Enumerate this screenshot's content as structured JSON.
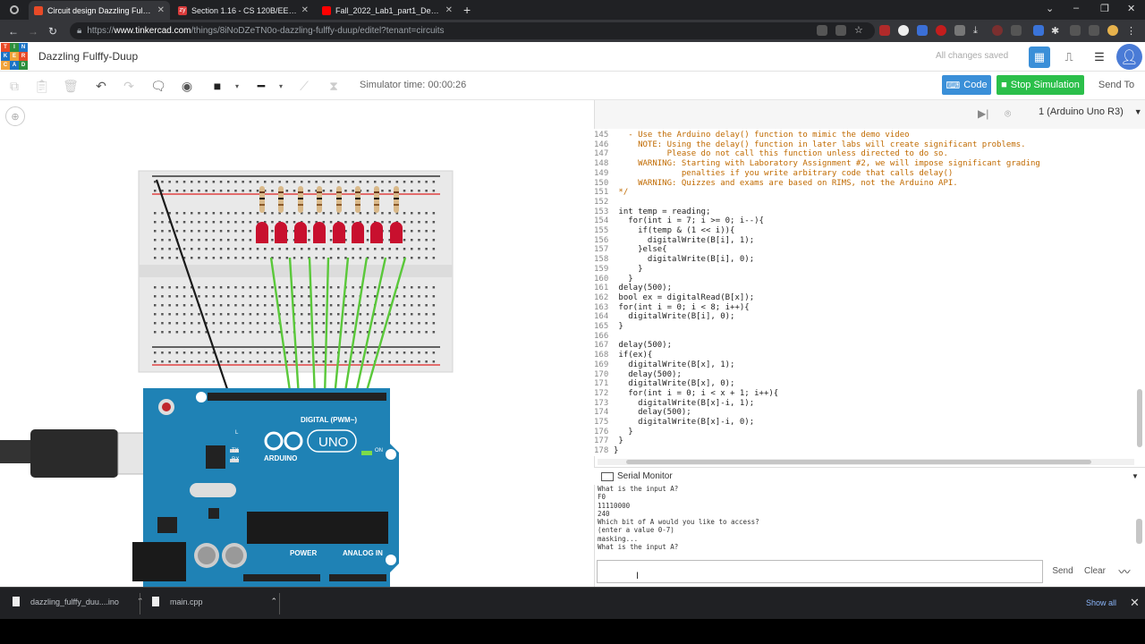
{
  "tabs": [
    {
      "label": "Circuit design Dazzling Fulffy-Du",
      "active": true
    },
    {
      "label": "Section 1.16 - CS 120B/EE 120B:",
      "active": false
    },
    {
      "label": "Fall_2022_Lab1_part1_Demo - Yo",
      "active": false
    }
  ],
  "address": {
    "prefix": "https://",
    "host": "www.tinkercad.com",
    "path": "/things/8iNoDZeTN0o-dazzling-fulffy-duup/editel?tenant=circuits"
  },
  "app": {
    "logo_letters": [
      "TIN",
      "KER",
      "CAD"
    ],
    "design_title": "Dazzling Fulffy-Duup",
    "save_status": "All changes saved"
  },
  "toolbar": {
    "sim_time": "Simulator time: 00:00:26",
    "code_label": "Code",
    "stop_label": "Stop Simulation",
    "send_to_label": "Send To"
  },
  "code_panel": {
    "board_select": "1 (Arduino Uno R3)",
    "lines": [
      {
        "n": "145",
        "t": "   - Use the Arduino delay() function to mimic the demo video",
        "c": "cmt"
      },
      {
        "n": "146",
        "t": "     NOTE: Using the delay() function in later labs will create significant problems.",
        "c": "cmt"
      },
      {
        "n": "147",
        "t": "           Please do not call this function unless directed to do so.",
        "c": "cmt"
      },
      {
        "n": "148",
        "t": "     WARNING: Starting with Laboratory Assignment #2, we will impose significant grading",
        "c": "cmt"
      },
      {
        "n": "149",
        "t": "              penalties if you write arbitrary code that calls delay()",
        "c": "cmt"
      },
      {
        "n": "150",
        "t": "     WARNING: Quizzes and exams are based on RIMS, not the Arduino API.",
        "c": "cmt"
      },
      {
        "n": "151",
        "t": " */",
        "c": "cmt"
      },
      {
        "n": "152",
        "t": "",
        "c": "fn"
      },
      {
        "n": "153",
        "t": " int temp = reading;",
        "c": "fn"
      },
      {
        "n": "154",
        "t": "   for(int i = 7; i >= 0; i--){",
        "c": "fn"
      },
      {
        "n": "155",
        "t": "     if(temp & (1 << i)){",
        "c": "fn"
      },
      {
        "n": "156",
        "t": "       digitalWrite(B[i], 1);",
        "c": "fn"
      },
      {
        "n": "157",
        "t": "     }else{",
        "c": "fn"
      },
      {
        "n": "158",
        "t": "       digitalWrite(B[i], 0);",
        "c": "fn"
      },
      {
        "n": "159",
        "t": "     }",
        "c": "fn"
      },
      {
        "n": "160",
        "t": "   }",
        "c": "fn"
      },
      {
        "n": "161",
        "t": " delay(500);",
        "c": "fn"
      },
      {
        "n": "162",
        "t": " bool ex = digitalRead(B[x]);",
        "c": "fn"
      },
      {
        "n": "163",
        "t": " for(int i = 0; i < 8; i++){",
        "c": "fn"
      },
      {
        "n": "164",
        "t": "   digitalWrite(B[i], 0);",
        "c": "fn"
      },
      {
        "n": "165",
        "t": " }",
        "c": "fn"
      },
      {
        "n": "166",
        "t": "",
        "c": "fn"
      },
      {
        "n": "167",
        "t": " delay(500);",
        "c": "fn"
      },
      {
        "n": "168",
        "t": " if(ex){",
        "c": "fn"
      },
      {
        "n": "169",
        "t": "   digitalWrite(B[x], 1);",
        "c": "fn"
      },
      {
        "n": "170",
        "t": "   delay(500);",
        "c": "fn"
      },
      {
        "n": "171",
        "t": "   digitalWrite(B[x], 0);",
        "c": "fn"
      },
      {
        "n": "172",
        "t": "   for(int i = 0; i < x + 1; i++){",
        "c": "fn"
      },
      {
        "n": "173",
        "t": "     digitalWrite(B[x]-i, 1);",
        "c": "fn"
      },
      {
        "n": "174",
        "t": "     delay(500);",
        "c": "fn"
      },
      {
        "n": "175",
        "t": "     digitalWrite(B[x]-i, 0);",
        "c": "fn"
      },
      {
        "n": "176",
        "t": "   }",
        "c": "fn"
      },
      {
        "n": "177",
        "t": " }",
        "c": "fn"
      },
      {
        "n": "178",
        "t": "}",
        "c": "fn"
      }
    ]
  },
  "serial": {
    "title": "Serial Monitor",
    "output": "What is the input A?\nF0\n11110000\n240\nWhich bit of A would you like to access?\n(enter a value 0-7)\nmasking...\nWhat is the input A?",
    "input_value": "",
    "send_label": "Send",
    "clear_label": "Clear"
  },
  "arduino": {
    "digital_label": "DIGITAL (PWM~)",
    "brand": "ARDUINO",
    "model": "UNO",
    "power_label": "POWER",
    "analog_label": "ANALOG IN",
    "on_label": "ON",
    "tx": "TX",
    "rx": "RX",
    "l": "L"
  },
  "downloads": [
    {
      "label": "dazzling_fulffy_duu....ino"
    },
    {
      "label": "main.cpp"
    }
  ],
  "download_show_all": "Show all",
  "colors": {
    "code_button": "#3a8fd8",
    "stop_button": "#2bbf4a",
    "arduino_board": "#1f82b5",
    "led": "#c8102e",
    "wire_green": "#5ac83a"
  }
}
